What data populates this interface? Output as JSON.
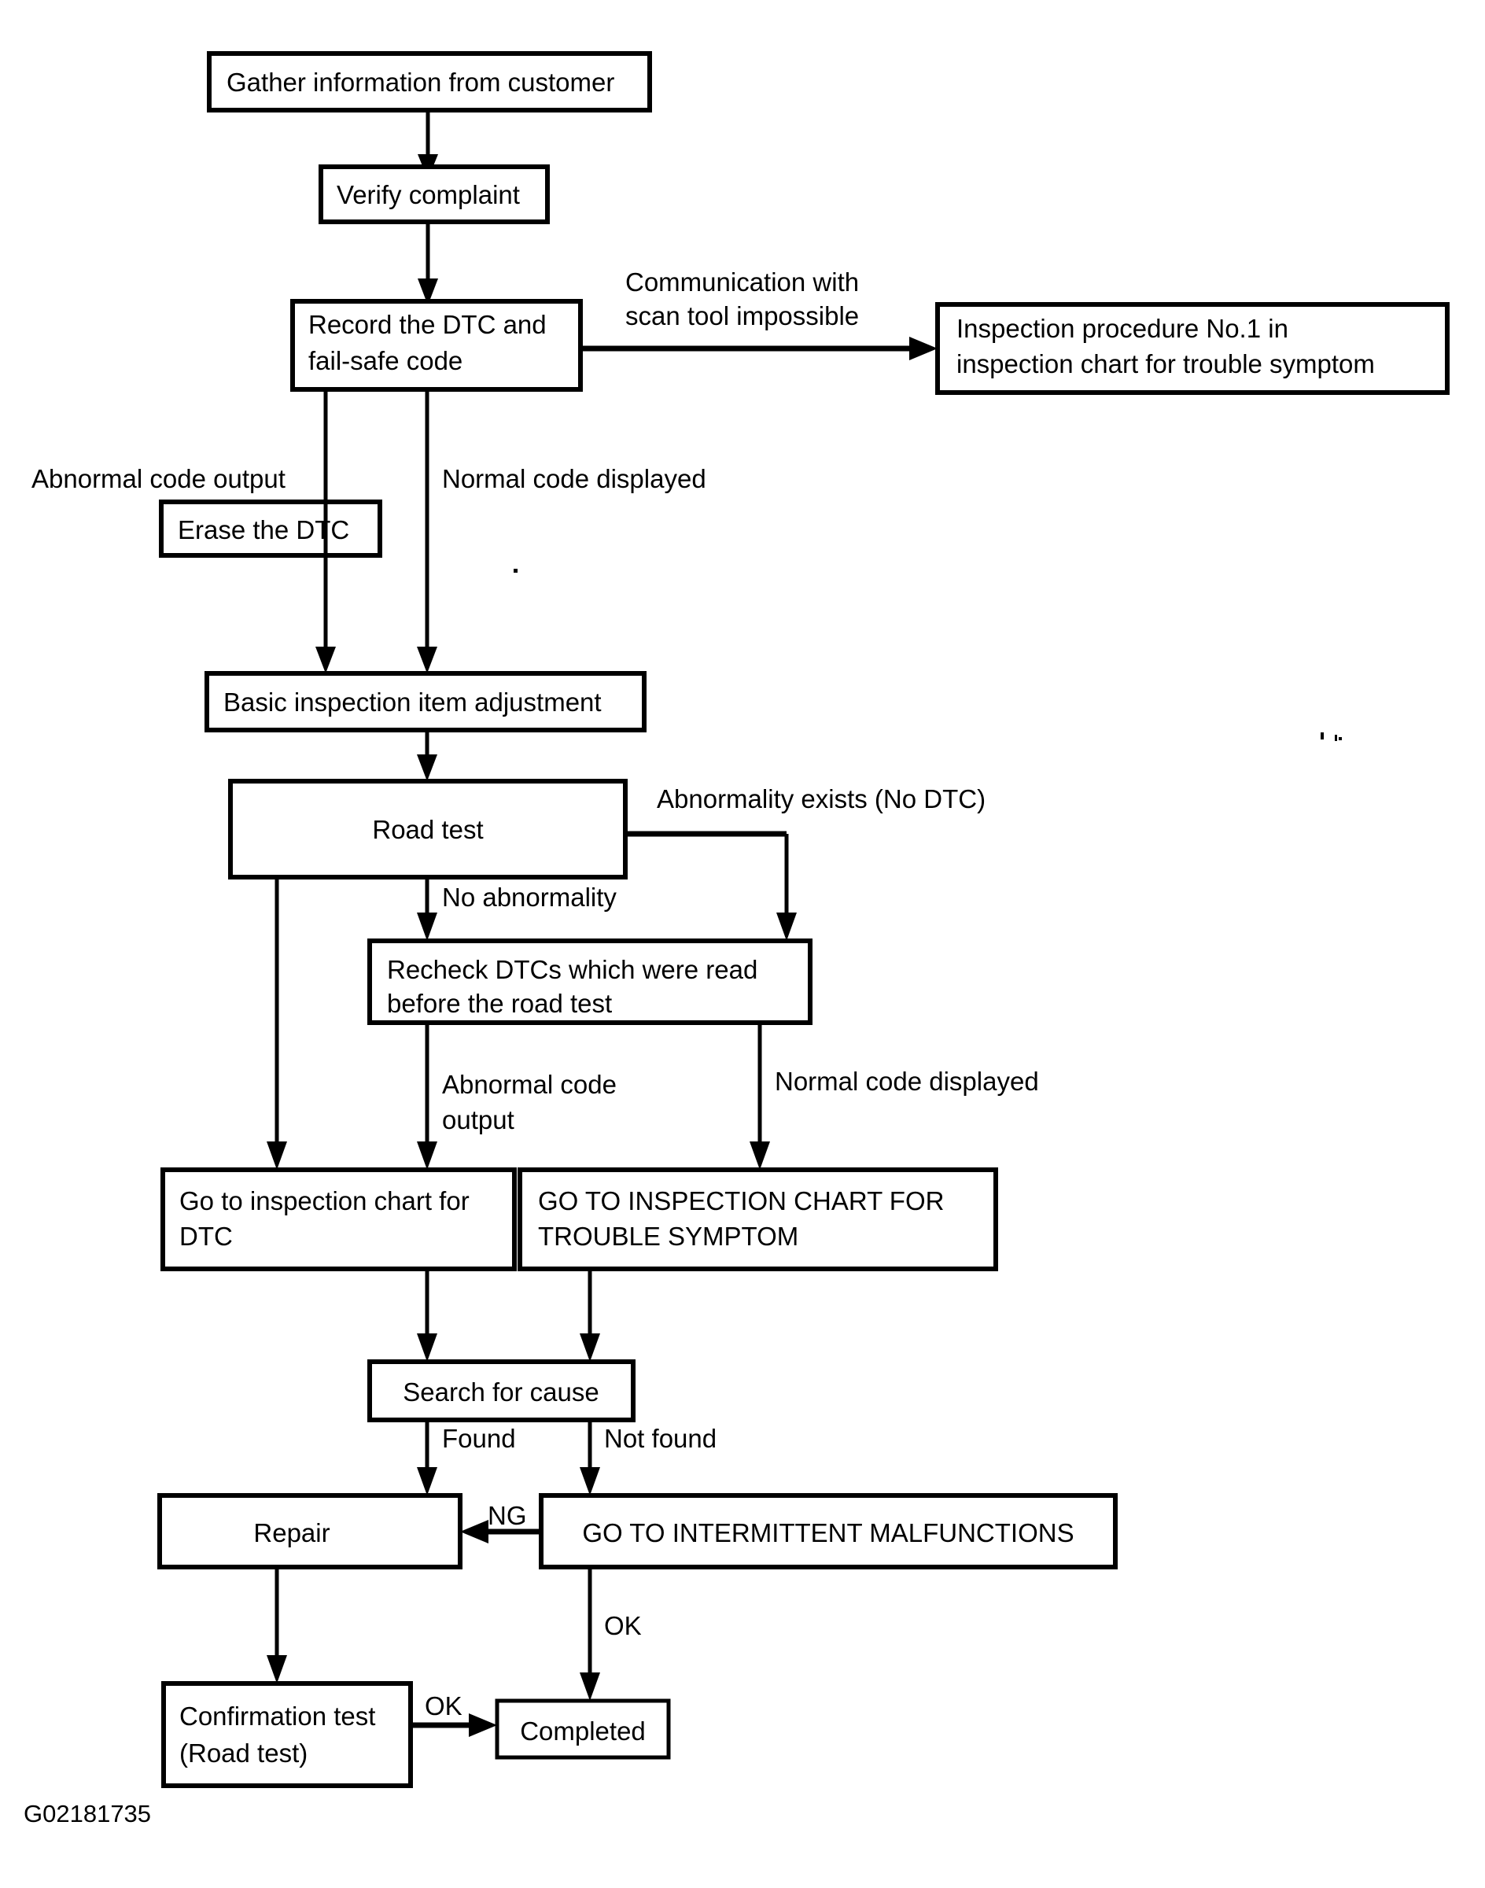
{
  "figure": {
    "id_label": "G02181735",
    "type": "flowchart",
    "title": "Diagnostic troubleshooting flow"
  },
  "nodes": {
    "gather": {
      "label": "Gather information from customer"
    },
    "verify": {
      "label": "Verify complaint"
    },
    "record_l1": {
      "label": "Record the DTC and"
    },
    "record_l2": {
      "label": "fail-safe code"
    },
    "inspproc_l1": {
      "label": "Inspection procedure No.1 in"
    },
    "inspproc_l2": {
      "label": "inspection chart for trouble symptom"
    },
    "erase": {
      "label": "Erase the DTC"
    },
    "basic": {
      "label": "Basic inspection item adjustment"
    },
    "roadtest": {
      "label": "Road test"
    },
    "recheck_l1": {
      "label": "Recheck DTCs which were read"
    },
    "recheck_l2": {
      "label": "before the road test"
    },
    "gotodtc_l1": {
      "label": "Go to inspection chart for"
    },
    "gotodtc_l2": {
      "label": "DTC"
    },
    "gototrouble_l1": {
      "label": "GO TO INSPECTION CHART FOR"
    },
    "gototrouble_l2": {
      "label": "TROUBLE SYMPTOM"
    },
    "search": {
      "label": "Search for cause"
    },
    "repair": {
      "label": "Repair"
    },
    "intermittent": {
      "label": "GO TO INTERMITTENT MALFUNCTIONS"
    },
    "confirm_l1": {
      "label": "Confirmation test"
    },
    "confirm_l2": {
      "label": "(Road test)"
    },
    "completed": {
      "label": "Completed"
    }
  },
  "edge_labels": {
    "comm_fail_l1": "Communication with",
    "comm_fail_l2": "scan tool impossible",
    "abnormal_output": "Abnormal code output",
    "normal_displayed": "Normal code displayed",
    "abnormality_exists": "Abnormality exists (No DTC)",
    "no_abnormality": "No abnormality",
    "abnormal_code_l1": "Abnormal code",
    "abnormal_code_l2": "output",
    "normal_displayed_2": "Normal code displayed",
    "found": "Found",
    "not_found": "Not found",
    "ng": "NG",
    "ok_vertical": "OK",
    "ok_horizontal": "OK"
  },
  "colors": {
    "ink": "#000000",
    "paper": "#ffffff"
  }
}
